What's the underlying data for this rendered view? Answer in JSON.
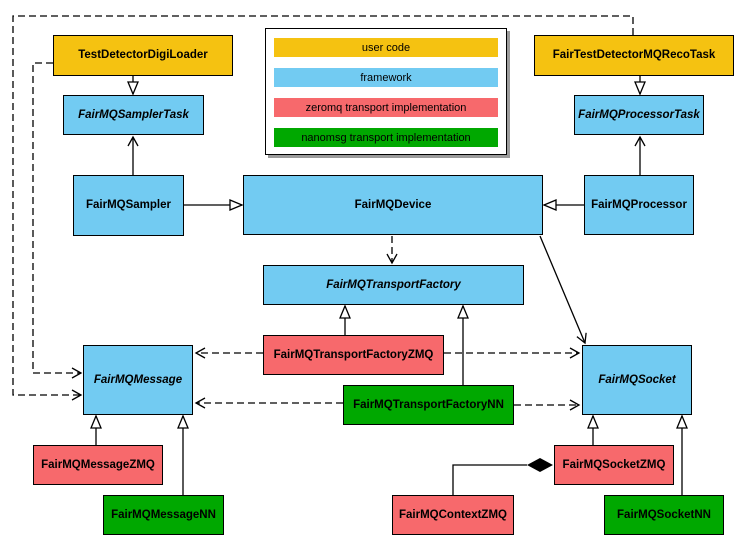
{
  "diagram_type": "uml-class-diagram",
  "colors": {
    "user_code": "#f5c211",
    "framework": "#72cbf2",
    "zeromq": "#f7696c",
    "nanomsg": "#00a800",
    "border": "#000000",
    "background": "#ffffff"
  },
  "legend": {
    "items": [
      {
        "label": "user code",
        "color": "#f5c211"
      },
      {
        "label": "framework",
        "color": "#72cbf2"
      },
      {
        "label": "zeromq transport implementation",
        "color": "#f7696c"
      },
      {
        "label": "nanomsg transport implementation",
        "color": "#00a800"
      }
    ]
  },
  "nodes": {
    "testDetectorDigiLoader": {
      "label": "TestDetectorDigiLoader",
      "category": "user code"
    },
    "fairTestDetectorMQRecoTask": {
      "label": "FairTestDetectorMQRecoTask",
      "category": "user code"
    },
    "fairMQSamplerTask": {
      "label": "FairMQSamplerTask",
      "category": "framework",
      "abstract": true
    },
    "fairMQProcessorTask": {
      "label": "FairMQProcessorTask",
      "category": "framework",
      "abstract": true
    },
    "fairMQSampler": {
      "label": "FairMQSampler",
      "category": "framework"
    },
    "fairMQDevice": {
      "label": "FairMQDevice",
      "category": "framework"
    },
    "fairMQProcessor": {
      "label": "FairMQProcessor",
      "category": "framework"
    },
    "fairMQTransportFactory": {
      "label": "FairMQTransportFactory",
      "category": "framework",
      "abstract": true
    },
    "fairMQTransportFactoryZMQ": {
      "label": "FairMQTransportFactoryZMQ",
      "category": "zeromq"
    },
    "fairMQTransportFactoryNN": {
      "label": "FairMQTransportFactoryNN",
      "category": "nanomsg"
    },
    "fairMQMessage": {
      "label": "FairMQMessage",
      "category": "framework",
      "abstract": true
    },
    "fairMQSocket": {
      "label": "FairMQSocket",
      "category": "framework",
      "abstract": true
    },
    "fairMQMessageZMQ": {
      "label": "FairMQMessageZMQ",
      "category": "zeromq"
    },
    "fairMQMessageNN": {
      "label": "FairMQMessageNN",
      "category": "nanomsg"
    },
    "fairMQSocketZMQ": {
      "label": "FairMQSocketZMQ",
      "category": "zeromq"
    },
    "fairMQSocketNN": {
      "label": "FairMQSocketNN",
      "category": "nanomsg"
    },
    "fairMQContextZMQ": {
      "label": "FairMQContextZMQ",
      "category": "zeromq"
    }
  },
  "edges": [
    {
      "from": "TestDetectorDigiLoader",
      "to": "FairMQSamplerTask",
      "type": "inheritance",
      "style": "solid-hollow-triangle"
    },
    {
      "from": "FairMQSampler",
      "to": "FairMQSamplerTask",
      "type": "association",
      "style": "solid-open-arrow"
    },
    {
      "from": "FairMQSampler",
      "to": "FairMQDevice",
      "type": "inheritance",
      "style": "solid-hollow-triangle"
    },
    {
      "from": "FairTestDetectorMQRecoTask",
      "to": "FairMQProcessorTask",
      "type": "inheritance",
      "style": "solid-hollow-triangle"
    },
    {
      "from": "FairMQProcessor",
      "to": "FairMQProcessorTask",
      "type": "association",
      "style": "solid-open-arrow"
    },
    {
      "from": "FairMQProcessor",
      "to": "FairMQDevice",
      "type": "inheritance",
      "style": "solid-hollow-triangle"
    },
    {
      "from": "FairMQDevice",
      "to": "FairMQTransportFactory",
      "type": "dependency",
      "style": "dashed-open-arrow"
    },
    {
      "from": "FairMQDevice",
      "to": "FairMQSocket",
      "type": "association",
      "style": "solid-open-arrow"
    },
    {
      "from": "TestDetectorDigiLoader",
      "to": "FairMQMessage",
      "type": "dependency",
      "style": "dashed-open-arrow"
    },
    {
      "from": "FairTestDetectorMQRecoTask",
      "to": "FairMQMessage",
      "type": "dependency",
      "style": "dashed-open-arrow"
    },
    {
      "from": "FairMQTransportFactoryZMQ",
      "to": "FairMQTransportFactory",
      "type": "inheritance",
      "style": "solid-hollow-triangle"
    },
    {
      "from": "FairMQTransportFactoryNN",
      "to": "FairMQTransportFactory",
      "type": "inheritance",
      "style": "solid-hollow-triangle"
    },
    {
      "from": "FairMQTransportFactoryZMQ",
      "to": "FairMQMessage",
      "type": "dependency",
      "style": "dashed-open-arrow"
    },
    {
      "from": "FairMQTransportFactoryZMQ",
      "to": "FairMQSocket",
      "type": "dependency",
      "style": "dashed-open-arrow"
    },
    {
      "from": "FairMQTransportFactoryNN",
      "to": "FairMQMessage",
      "type": "dependency",
      "style": "dashed-open-arrow"
    },
    {
      "from": "FairMQTransportFactoryNN",
      "to": "FairMQSocket",
      "type": "dependency",
      "style": "dashed-open-arrow"
    },
    {
      "from": "FairMQMessageZMQ",
      "to": "FairMQMessage",
      "type": "inheritance",
      "style": "solid-hollow-triangle"
    },
    {
      "from": "FairMQMessageNN",
      "to": "FairMQMessage",
      "type": "inheritance",
      "style": "solid-hollow-triangle"
    },
    {
      "from": "FairMQSocketZMQ",
      "to": "FairMQSocket",
      "type": "inheritance",
      "style": "solid-hollow-triangle"
    },
    {
      "from": "FairMQSocketNN",
      "to": "FairMQSocket",
      "type": "inheritance",
      "style": "solid-hollow-triangle"
    },
    {
      "from": "FairMQContextZMQ",
      "to": "FairMQSocketZMQ",
      "type": "composition",
      "style": "solid-filled-diamond"
    }
  ]
}
